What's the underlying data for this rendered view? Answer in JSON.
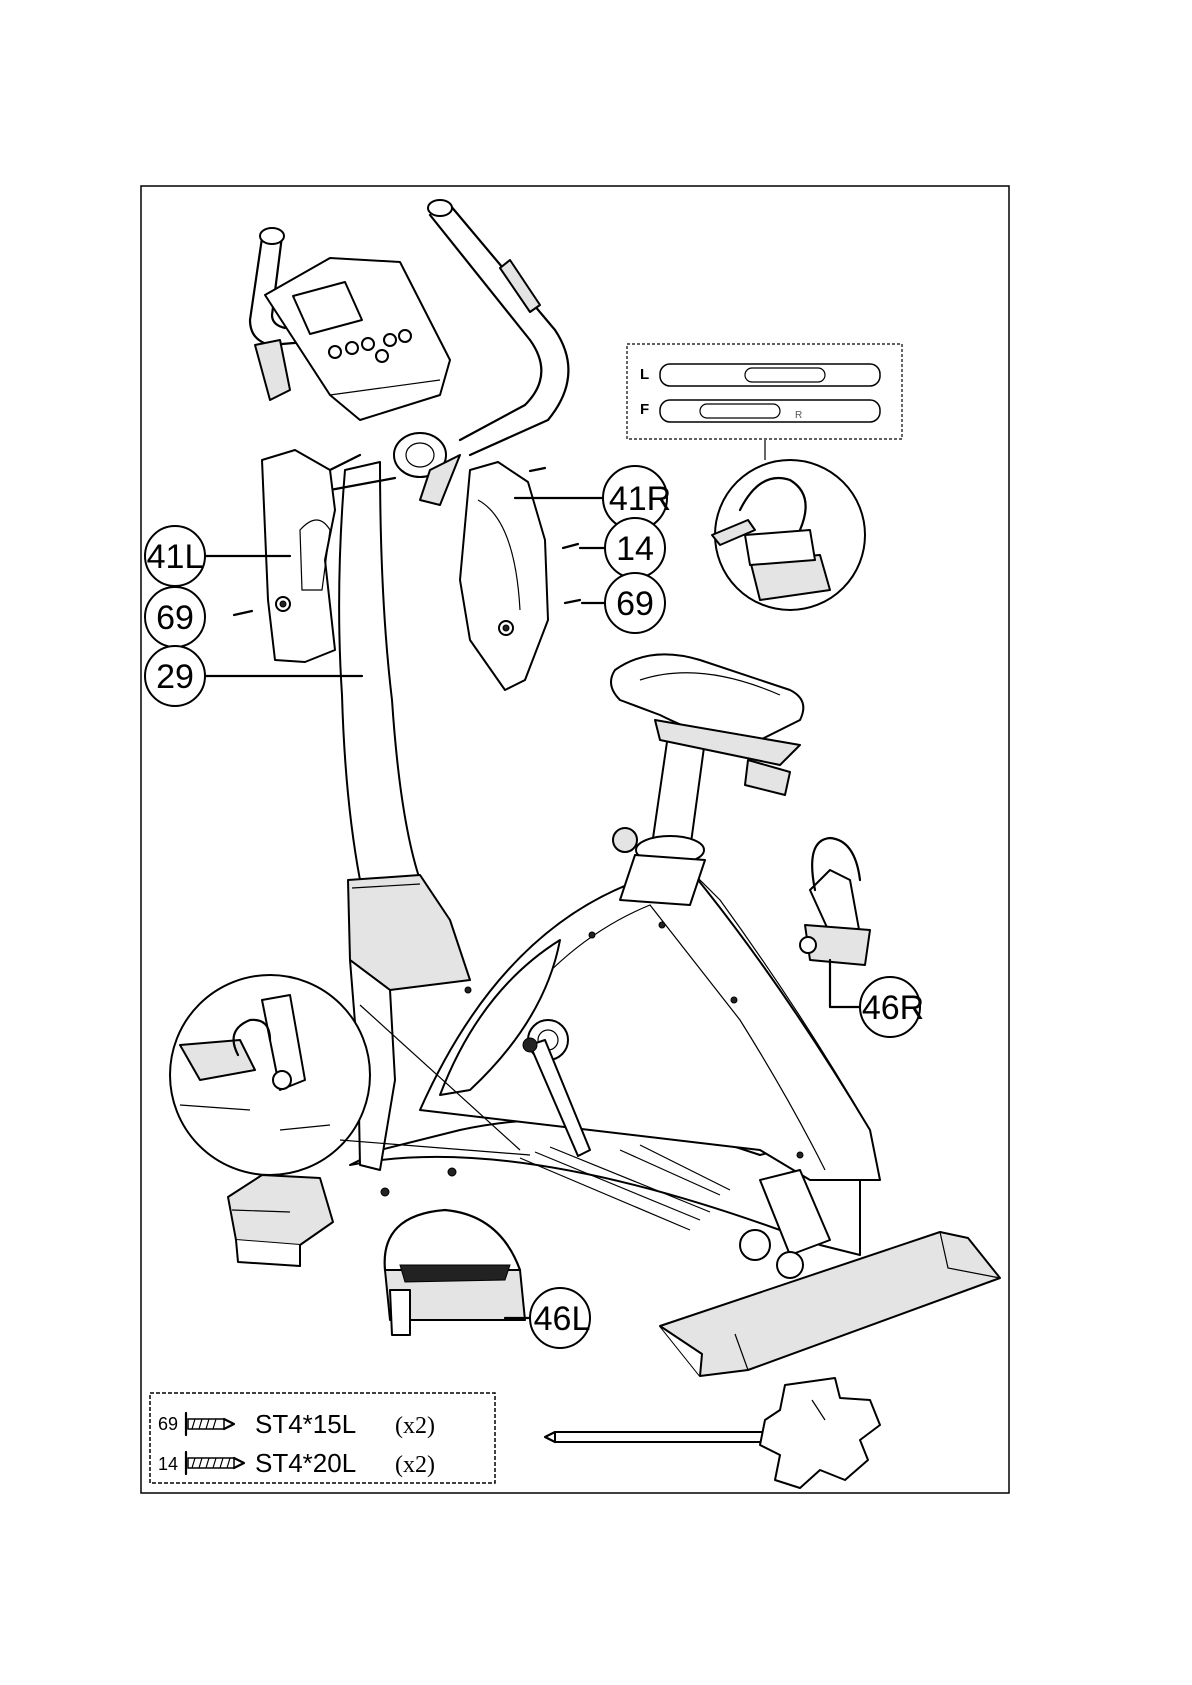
{
  "callouts": [
    {
      "id": "41L",
      "label": "41L"
    },
    {
      "id": "69a",
      "label": "69"
    },
    {
      "id": "29",
      "label": "29"
    },
    {
      "id": "41R",
      "label": "41R"
    },
    {
      "id": "14",
      "label": "14"
    },
    {
      "id": "69b",
      "label": "69"
    },
    {
      "id": "46R",
      "label": "46R"
    },
    {
      "id": "46L",
      "label": "46L"
    }
  ],
  "strap_inset": {
    "left_letter": "L",
    "right_letter": "F",
    "small_mark": "R"
  },
  "parts_list": [
    {
      "number": "69",
      "spec": "ST4*15L",
      "qty": "(x2)"
    },
    {
      "number": "14",
      "spec": "ST4*20L",
      "qty": "(x2)"
    }
  ],
  "icons": [
    "screw-icon",
    "allen-wrench-tool-icon",
    "pedal-strap-icon"
  ]
}
